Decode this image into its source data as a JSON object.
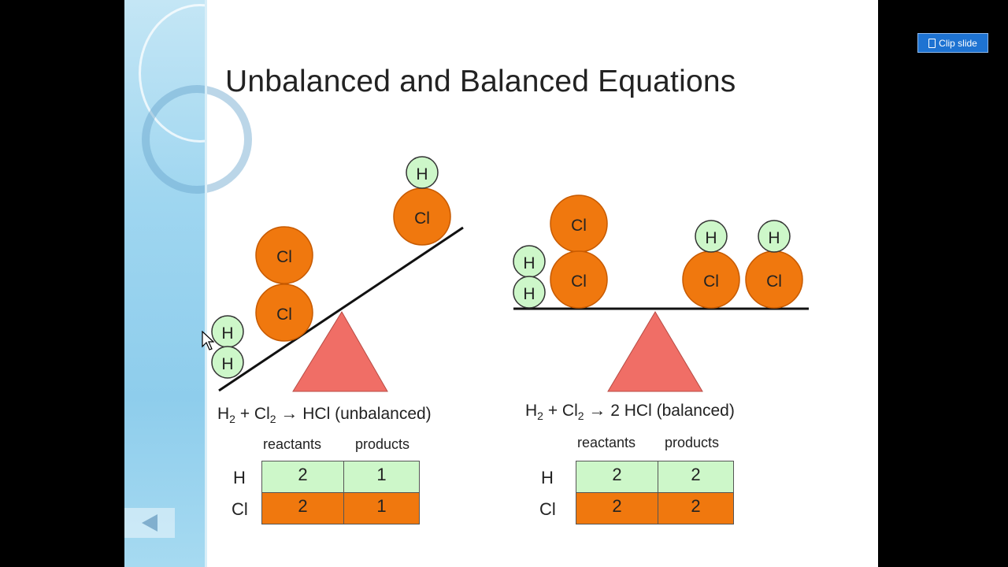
{
  "slide": {
    "title": "Unbalanced and Balanced Equations"
  },
  "left_scale": {
    "molecule_labels": {
      "h": "H",
      "cl": "Cl"
    },
    "equation": {
      "reactant1": "H",
      "reactant1_sub": "2",
      "plus": "+",
      "reactant2": "Cl",
      "reactant2_sub": "2",
      "arrow": "→",
      "product": "HCl (unbalanced)"
    },
    "table": {
      "headers": [
        "reactants",
        "products"
      ],
      "rows": [
        {
          "label": "H",
          "values": [
            "2",
            "1"
          ]
        },
        {
          "label": "Cl",
          "values": [
            "2",
            "1"
          ]
        }
      ]
    }
  },
  "right_scale": {
    "equation": {
      "reactant1": "H",
      "reactant1_sub": "2",
      "plus": "+",
      "reactant2": "Cl",
      "reactant2_sub": "2",
      "arrow": "→",
      "product": "2 HCl (balanced)"
    },
    "table": {
      "headers": [
        "reactants",
        "products"
      ],
      "rows": [
        {
          "label": "H",
          "values": [
            "2",
            "2"
          ]
        },
        {
          "label": "Cl",
          "values": [
            "2",
            "2"
          ]
        }
      ]
    }
  },
  "toolbar": {
    "clip_label": "Clip slide",
    "clip_icon": "clipboard-icon",
    "prev_icon": "triangle-left-icon"
  },
  "colors": {
    "chlorine": "#f0780e",
    "hydrogen": "#cdf7c9",
    "fulcrum": "#f06e66",
    "clip_button": "#1e73d2"
  }
}
